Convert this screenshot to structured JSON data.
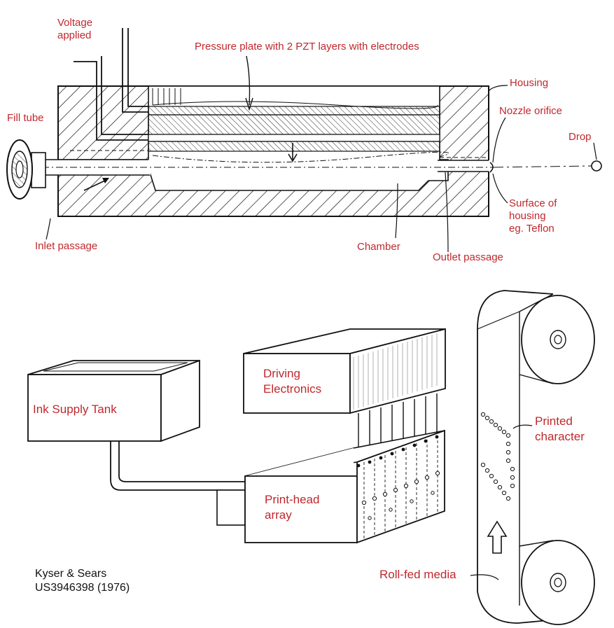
{
  "colors": {
    "label": "#c0282d",
    "ink": "#111111",
    "credit": "#111111"
  },
  "labels": {
    "voltage_applied": "Voltage\napplied",
    "pressure_plate": "Pressure plate with 2 PZT layers with electrodes",
    "housing": "Housing",
    "fill_tube": "Fill tube",
    "nozzle_orifice": "Nozzle orifice",
    "drop": "Drop",
    "surface_of_housing": "Surface of\nhousing\neg. Teflon",
    "inlet_passage": "Inlet passage",
    "chamber": "Chamber",
    "outlet_passage": "Outlet passage",
    "ink_supply_tank": "Ink Supply Tank",
    "driving_electronics": "Driving\nElectronics",
    "printed_character": "Printed\ncharacter",
    "print_head_array": "Print-head\narray",
    "roll_fed_media": "Roll-fed media",
    "arrow_up_icon": "arrow-up-icon"
  },
  "credit": {
    "authors": "Kyser & Sears",
    "patent": "US3946398 (1976)"
  }
}
